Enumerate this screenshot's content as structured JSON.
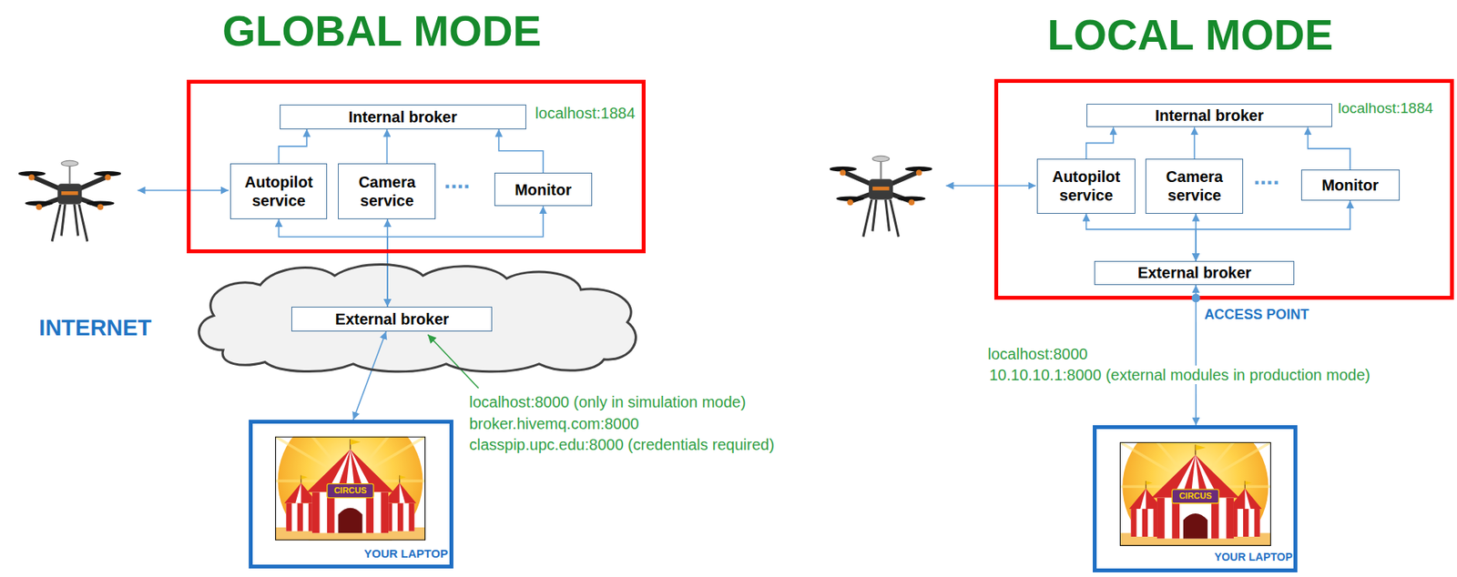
{
  "diagram": {
    "nodes": [
      {
        "text": [
          "localhost:1884"
        ]
      },
      {
        "text": [
          "Internal broker"
        ],
        "in": 0
      },
      {
        "text": [
          "Autopilot service"
        ],
        "in": 0
      },
      {
        "text": [
          "Camera service"
        ],
        "in": 0
      },
      {
        "text": [
          "Monitor"
        ],
        "in": 0
      },
      {
        "text": [
          "INTERNET"
        ]
      },
      {
        "text": [
          "External broker"
        ],
        "in": 5
      },
      {
        "text": [
          "YOUR LAPTOP"
        ]
      },
      {
        "text": [
          "localhost:1884"
        ]
      },
      {
        "text": [
          "Internal broker"
        ],
        "in": 8
      },
      {
        "text": [
          "Autopilot service"
        ],
        "in": 8
      },
      {
        "text": [
          "Camera service"
        ],
        "in": 8
      },
      {
        "text": [
          "Monitor"
        ],
        "in": 8
      },
      {
        "text": [
          "External broker"
        ],
        "in": 8
      },
      {
        "text": [
          "YOUR LAPTOP"
        ]
      }
    ],
    "edges": [
      {
        "from": 2,
        "to": 1,
        "arrow": "to"
      },
      {
        "from": 3,
        "to": 1,
        "arrow": "to"
      },
      {
        "from": 4,
        "to": 1,
        "arrow": "to"
      },
      {
        "from": 6,
        "to": 2,
        "arrow": "both"
      },
      {
        "from": 6,
        "to": 3,
        "arrow": "both"
      },
      {
        "from": 6,
        "to": 4,
        "arrow": "both"
      },
      {
        "from": 7,
        "to": 6,
        "arrow": "both"
      },
      {
        "from": 10,
        "to": 9,
        "arrow": "to"
      },
      {
        "from": 11,
        "to": 9,
        "arrow": "to"
      },
      {
        "from": 12,
        "to": 9,
        "arrow": "to"
      },
      {
        "from": 13,
        "to": 10,
        "arrow": "both"
      },
      {
        "from": 13,
        "to": 11,
        "arrow": "both"
      },
      {
        "from": 13,
        "to": 12,
        "arrow": "both"
      },
      {
        "from": 13,
        "to": 14,
        "arrow": "both"
      }
    ],
    "labels": [
      "GLOBAL MODE",
      "LOCAL MODE",
      "....",
      "....",
      "localhost:8000 (only in simulation mode)",
      "broker.hivemq.com:8000",
      "classpip.upc.edu:8000 (credentials required)",
      "ACCESS POINT",
      "localhost:8000",
      "10.10.10.1:8000 (external modules in production mode)",
      "CIRCUS",
      "CIRCUS"
    ]
  }
}
